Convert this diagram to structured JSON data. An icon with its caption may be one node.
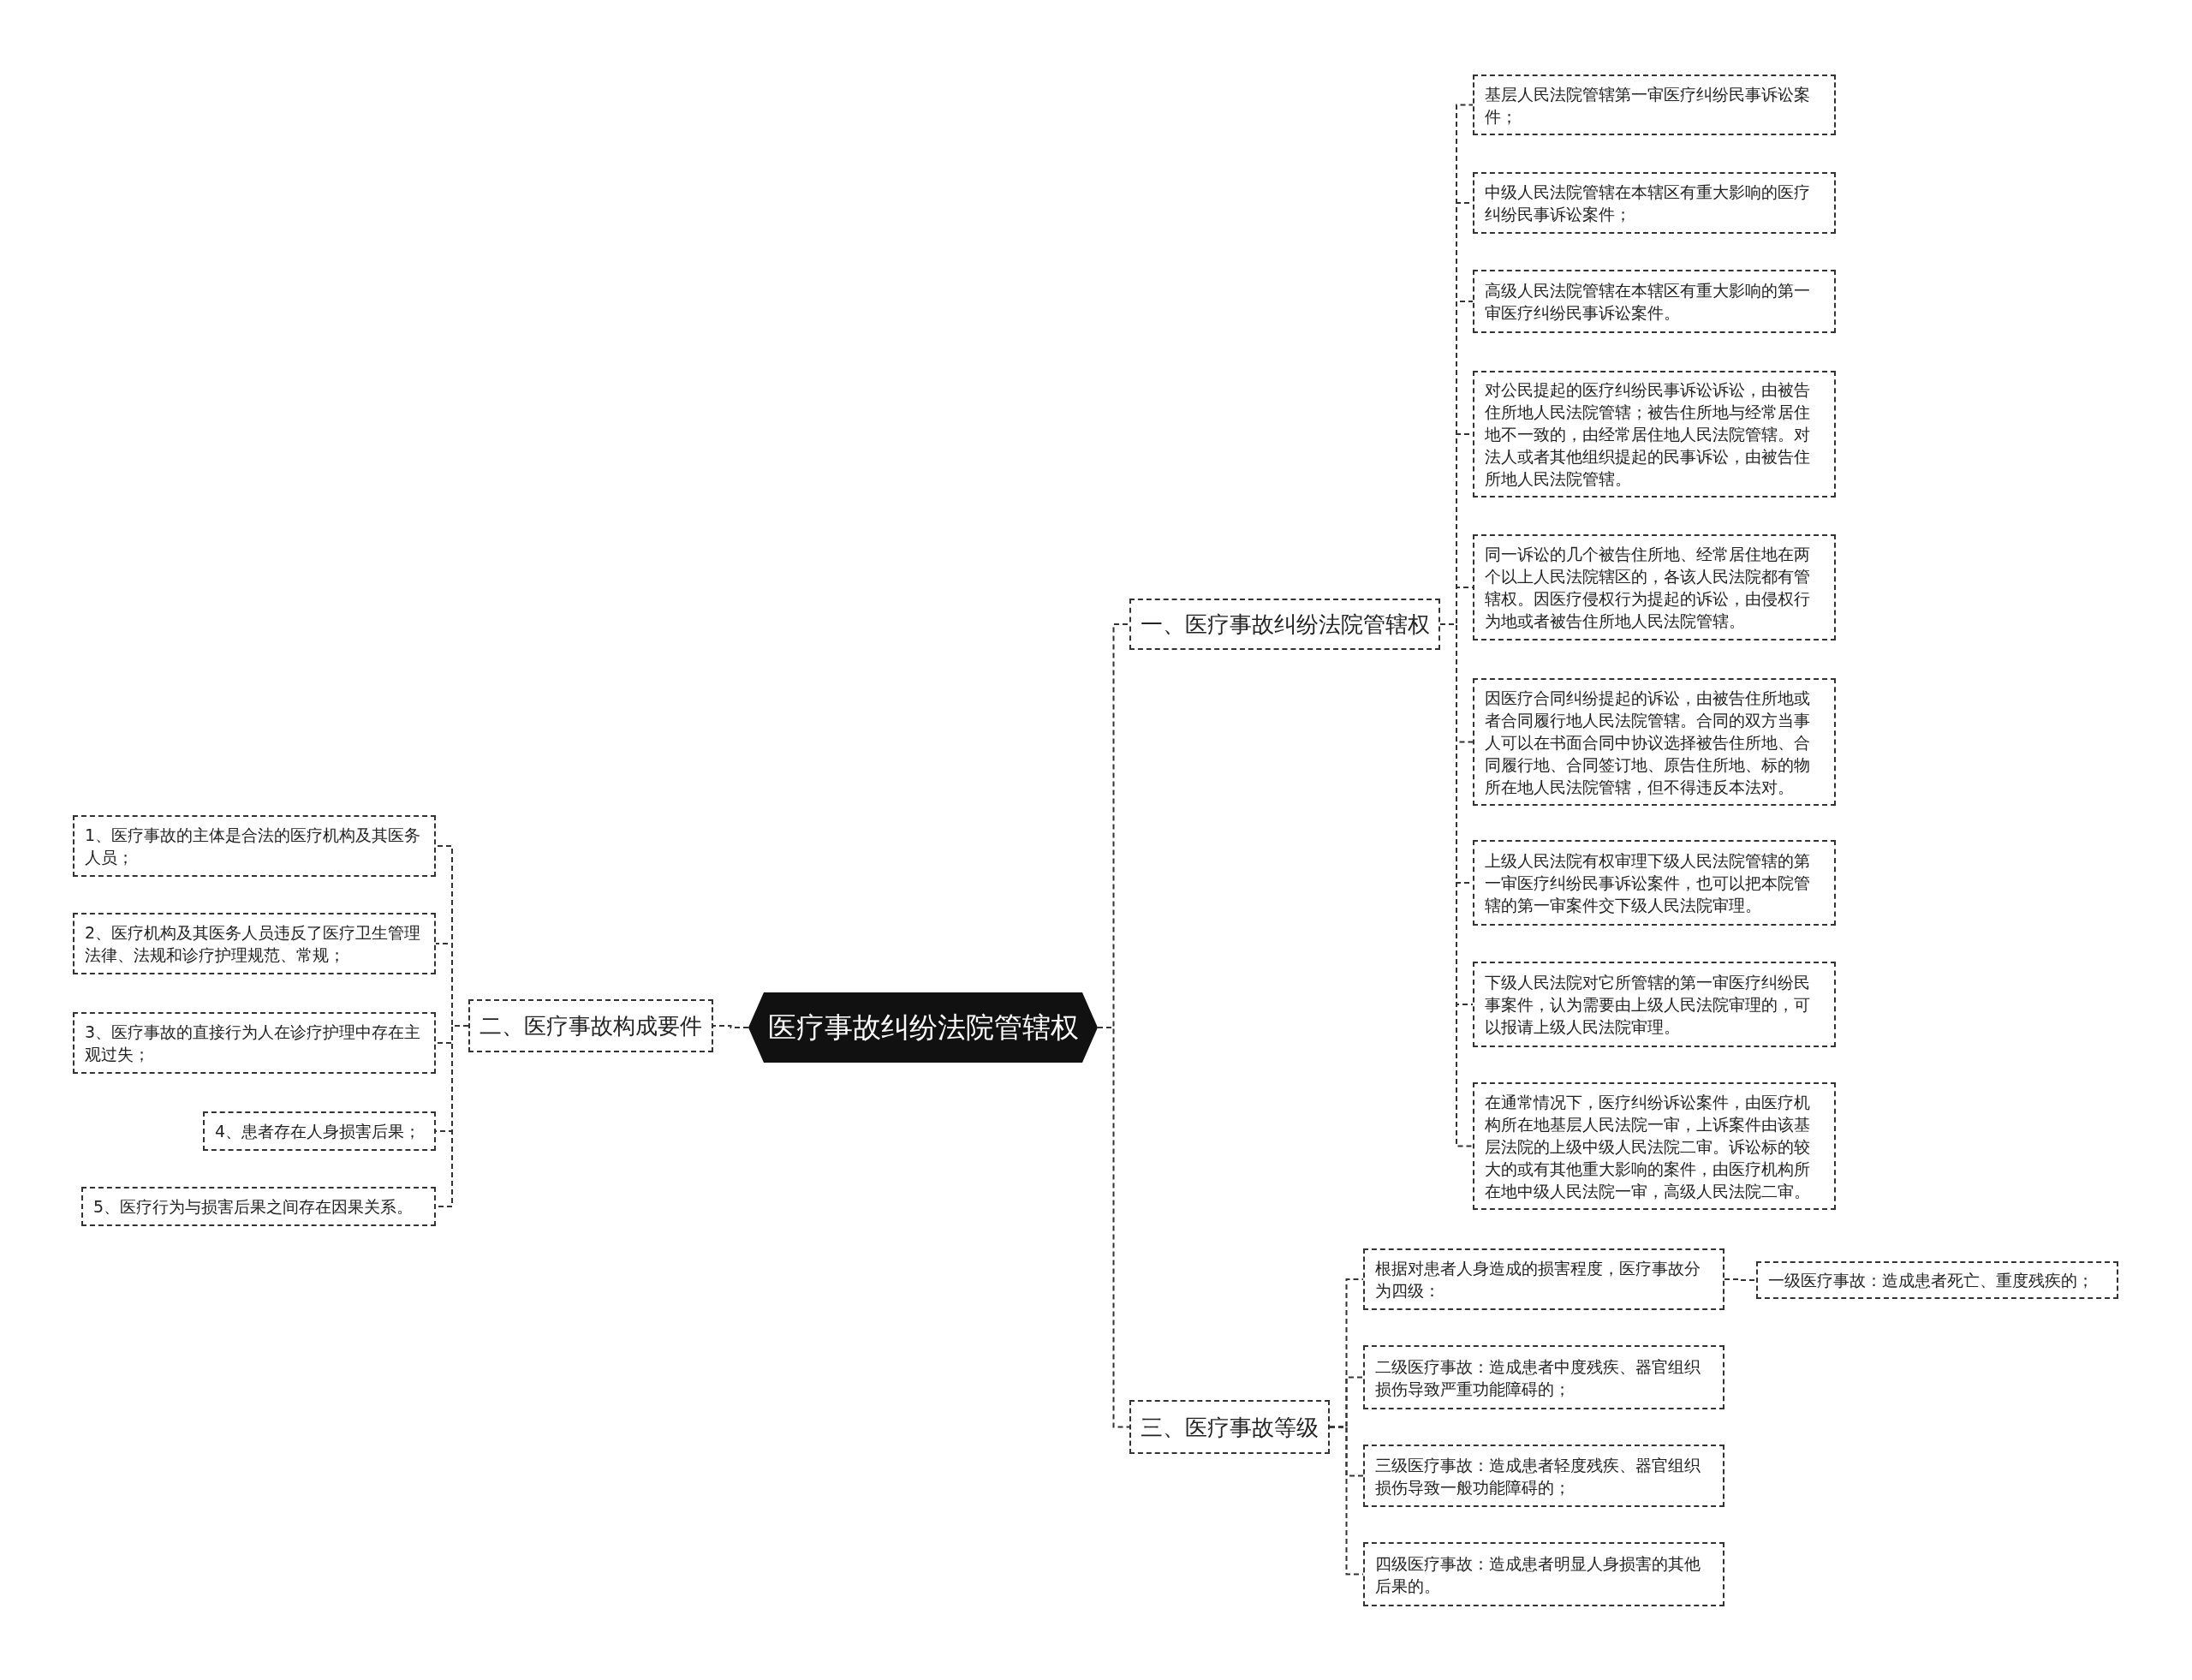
{
  "diagram": {
    "nodes": [
      {
        "text": [
          "医疗事故纠纷法院管辖权"
        ]
      },
      {
        "text": [
          "一、医疗事故纠纷法院管辖权"
        ]
      },
      {
        "text": [
          "基层人民法院管辖第一审医疗纠纷民事诉讼案件；"
        ]
      },
      {
        "text": [
          "中级人民法院管辖在本辖区有重大影响的医疗纠纷民事诉讼案件；"
        ]
      },
      {
        "text": [
          "高级人民法院管辖在本辖区有重大影响的第一审医疗纠纷民事诉讼案件。"
        ]
      },
      {
        "text": [
          "对公民提起的医疗纠纷民事诉讼诉讼，由被告住所地人民法院管辖；被告住所地与经常居住地不一致的，由经常居住地人民法院管辖。对法人或者其他组织提起的民事诉讼，由被告住所地人民法院管辖。"
        ]
      },
      {
        "text": [
          "同一诉讼的几个被告住所地、经常居住地在两个以上人民法院辖区的，各该人民法院都有管辖权。因医疗侵权行为提起的诉讼，由侵权行为地或者被告住所地人民法院管辖。"
        ]
      },
      {
        "text": [
          "因医疗合同纠纷提起的诉讼，由被告住所地或者合同履行地人民法院管辖。合同的双方当事人可以在书面合同中协议选择被告住所地、合同履行地、合同签订地、原告住所地、标的物所在地人民法院管辖，但不得违反本法对。"
        ]
      },
      {
        "text": [
          "上级人民法院有权审理下级人民法院管辖的第一审医疗纠纷民事诉讼案件，也可以把本院管辖的第一审案件交下级人民法院审理。"
        ]
      },
      {
        "text": [
          "下级人民法院对它所管辖的第一审医疗纠纷民事案件，认为需要由上级人民法院审理的，可以报请上级人民法院审理。"
        ]
      },
      {
        "text": [
          "在通常情况下，医疗纠纷诉讼案件，由医疗机构所在地基层人民法院一审，上诉案件由该基层法院的上级中级人民法院二审。诉讼标的较大的或有其他重大影响的案件，由医疗机构所在地中级人民法院一审，高级人民法院二审。"
        ]
      },
      {
        "text": [
          "二、医疗事故构成要件"
        ]
      },
      {
        "text": [
          "1、医疗事故的主体是合法的医疗机构及其医务人员；"
        ]
      },
      {
        "text": [
          "2、医疗机构及其医务人员违反了医疗卫生管理法律、法规和诊疗护理规范、常规；"
        ]
      },
      {
        "text": [
          "3、医疗事故的直接行为人在诊疗护理中存在主观过失；"
        ]
      },
      {
        "text": [
          "4、患者存在人身损害后果；"
        ]
      },
      {
        "text": [
          "5、医疗行为与损害后果之间存在因果关系。"
        ]
      },
      {
        "text": [
          "三、医疗事故等级"
        ]
      },
      {
        "text": [
          "根据对患者人身造成的损害程度，医疗事故分为四级："
        ]
      },
      {
        "text": [
          "一级医疗事故：造成患者死亡、重度残疾的；"
        ]
      },
      {
        "text": [
          "二级医疗事故：造成患者中度残疾、器官组织损伤导致严重功能障碍的；"
        ]
      },
      {
        "text": [
          "三级医疗事故：造成患者轻度残疾、器官组织损伤导致一般功能障碍的；"
        ]
      },
      {
        "text": [
          "四级医疗事故：造成患者明显人身损害的其他后果的。"
        ]
      }
    ],
    "edges": [
      {
        "from": 0,
        "to": 1,
        "arrow": "none"
      },
      {
        "from": 1,
        "to": 2,
        "arrow": "none"
      },
      {
        "from": 1,
        "to": 3,
        "arrow": "none"
      },
      {
        "from": 1,
        "to": 4,
        "arrow": "none"
      },
      {
        "from": 1,
        "to": 5,
        "arrow": "none"
      },
      {
        "from": 1,
        "to": 6,
        "arrow": "none"
      },
      {
        "from": 1,
        "to": 7,
        "arrow": "none"
      },
      {
        "from": 1,
        "to": 8,
        "arrow": "none"
      },
      {
        "from": 1,
        "to": 9,
        "arrow": "none"
      },
      {
        "from": 1,
        "to": 10,
        "arrow": "none"
      },
      {
        "from": 0,
        "to": 11,
        "arrow": "none"
      },
      {
        "from": 11,
        "to": 12,
        "arrow": "none"
      },
      {
        "from": 11,
        "to": 13,
        "arrow": "none"
      },
      {
        "from": 11,
        "to": 14,
        "arrow": "none"
      },
      {
        "from": 11,
        "to": 15,
        "arrow": "none"
      },
      {
        "from": 11,
        "to": 16,
        "arrow": "none"
      },
      {
        "from": 0,
        "to": 17,
        "arrow": "none"
      },
      {
        "from": 17,
        "to": 18,
        "arrow": "none"
      },
      {
        "from": 18,
        "to": 19,
        "arrow": "none"
      },
      {
        "from": 17,
        "to": 20,
        "arrow": "none"
      },
      {
        "from": 17,
        "to": 21,
        "arrow": "none"
      },
      {
        "from": 17,
        "to": 22,
        "arrow": "none"
      }
    ]
  }
}
